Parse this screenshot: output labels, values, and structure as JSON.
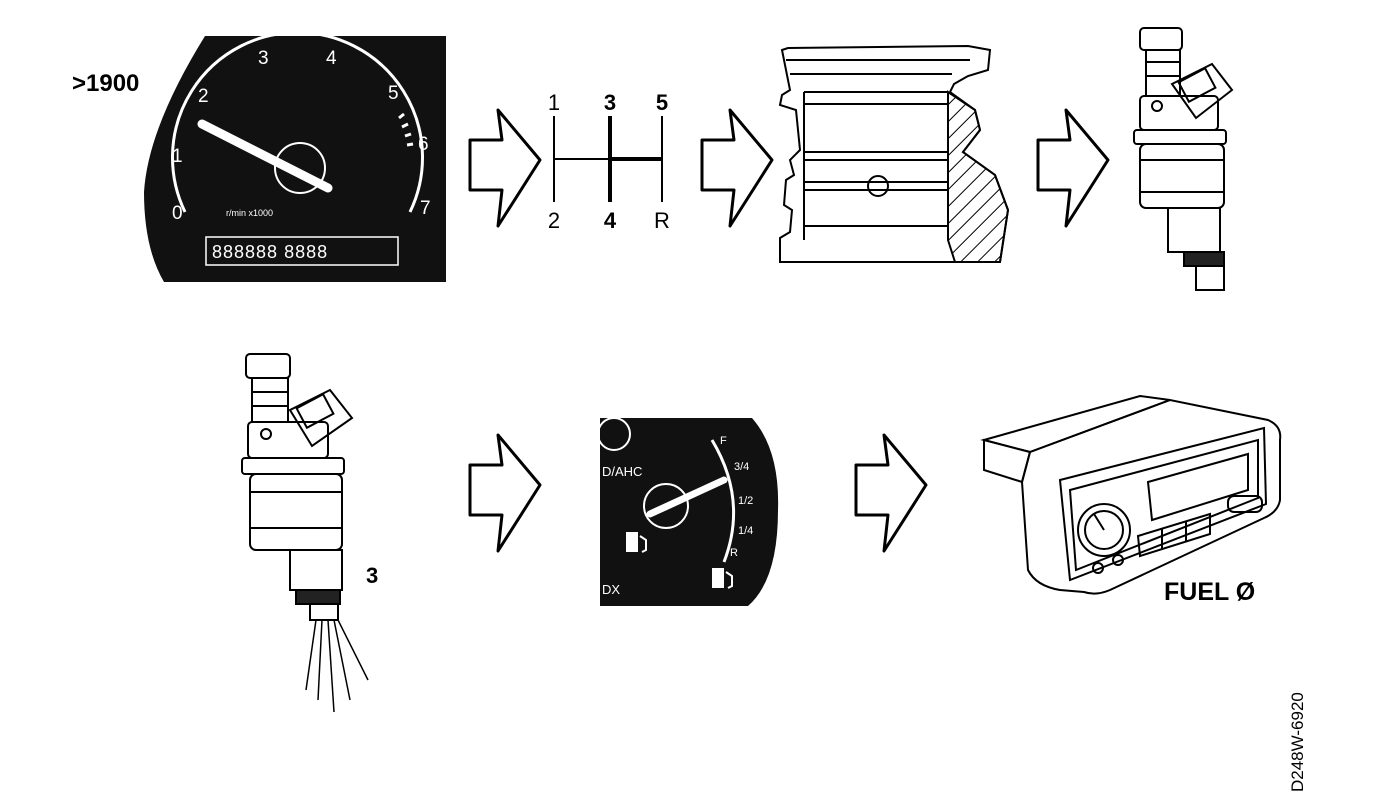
{
  "labels": {
    "rpm_threshold": ">1900",
    "step_number": "3",
    "fuel_label": "FUEL Ø",
    "figure_code": "D248W-6920"
  },
  "tachometer": {
    "scale": [
      "0",
      "1",
      "2",
      "3",
      "4",
      "5",
      "6",
      "7"
    ],
    "unit_text": "r/min x1000",
    "odometer_text": "888888 8888"
  },
  "gear_shift": {
    "top": [
      "1",
      "3",
      "5"
    ],
    "bottom": [
      "2",
      "4",
      "R"
    ]
  },
  "fuel_gauge": {
    "marks": [
      "F",
      "3/4",
      "1/2",
      "1/4",
      "R"
    ],
    "partial_text_top": "D/AHC",
    "partial_text_bottom": "DX"
  },
  "icons": [
    "tachometer-icon",
    "gear-shift-pattern-icon",
    "cylinder-section-icon",
    "fuel-injector-icon",
    "fuel-injector-spraying-icon",
    "fuel-gauge-icon",
    "instrument-cluster-icon",
    "arrow-right-icon"
  ]
}
